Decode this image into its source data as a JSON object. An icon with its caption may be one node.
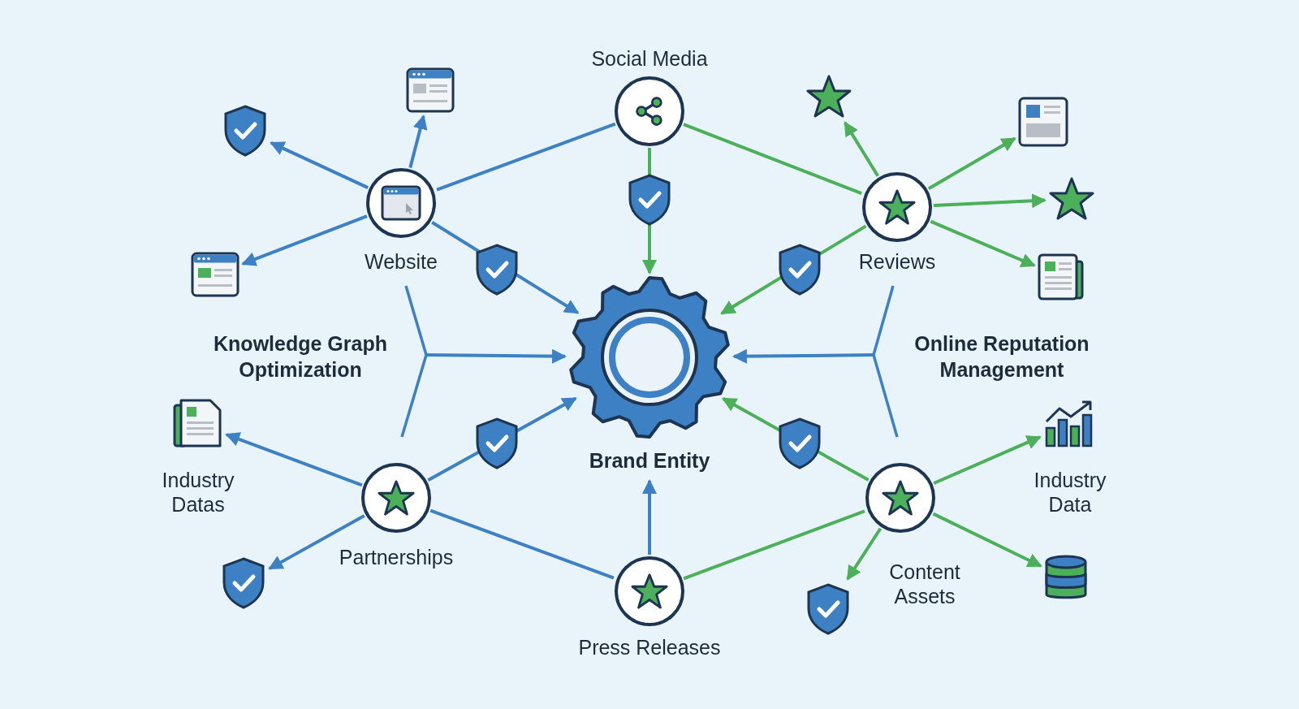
{
  "diagram": {
    "nodes": [
      {
        "text": [
          "Social Media"
        ]
      },
      {
        "text": [
          "Website"
        ]
      },
      {
        "text": [
          "Reviews"
        ]
      },
      {
        "text": [
          "Knowledge Graph Optimization"
        ]
      },
      {
        "text": [
          "Online Reputation Management"
        ]
      },
      {
        "text": [
          "Brand Entity"
        ]
      },
      {
        "text": [
          "Industry Datas"
        ]
      },
      {
        "text": [
          "Partnerships"
        ]
      },
      {
        "text": [
          "Industry Data"
        ]
      },
      {
        "text": [
          "Content Assets"
        ]
      },
      {
        "text": [
          "Press Releases"
        ]
      },
      {
        "text": [],
        "shape": "shield"
      },
      {
        "text": [],
        "shape": "browser-window"
      },
      {
        "text": [],
        "shape": "browser-window"
      },
      {
        "text": [],
        "shape": "star"
      },
      {
        "text": [],
        "shape": "document"
      },
      {
        "text": [],
        "shape": "star"
      },
      {
        "text": [],
        "shape": "document"
      },
      {
        "text": [],
        "shape": "shield"
      },
      {
        "text": [],
        "shape": "shield"
      },
      {
        "text": [],
        "shape": "cylinder"
      }
    ],
    "edges": [
      {
        "from": 1,
        "to": 11,
        "arrow": "to"
      },
      {
        "from": 1,
        "to": 12,
        "arrow": "to"
      },
      {
        "from": 1,
        "to": 13,
        "arrow": "to"
      },
      {
        "from": 0,
        "to": 1,
        "arrow": "none"
      },
      {
        "from": 0,
        "to": 2,
        "arrow": "none",
        "color": "#4caf5a"
      },
      {
        "from": 0,
        "to": 5,
        "arrow": "to",
        "color": "#4caf5a"
      },
      {
        "from": 1,
        "to": 5,
        "arrow": "to"
      },
      {
        "from": 2,
        "to": 14,
        "arrow": "to",
        "color": "#4caf5a"
      },
      {
        "from": 2,
        "to": 15,
        "arrow": "to",
        "color": "#4caf5a"
      },
      {
        "from": 2,
        "to": 16,
        "arrow": "to",
        "color": "#4caf5a"
      },
      {
        "from": 2,
        "to": 17,
        "arrow": "to",
        "color": "#4caf5a"
      },
      {
        "from": 2,
        "to": 5,
        "arrow": "to",
        "color": "#4caf5a"
      },
      {
        "from": 3,
        "to": 5,
        "arrow": "to"
      },
      {
        "from": 4,
        "to": 5,
        "arrow": "to"
      },
      {
        "from": 7,
        "to": 6,
        "arrow": "to"
      },
      {
        "from": 7,
        "to": 18,
        "arrow": "to"
      },
      {
        "from": 7,
        "to": 5,
        "arrow": "to"
      },
      {
        "from": 7,
        "to": 10,
        "arrow": "none"
      },
      {
        "from": 10,
        "to": 5,
        "arrow": "to"
      },
      {
        "from": 10,
        "to": 9,
        "arrow": "none",
        "color": "#4caf5a"
      },
      {
        "from": 9,
        "to": 5,
        "arrow": "to",
        "color": "#4caf5a"
      },
      {
        "from": 9,
        "to": 8,
        "arrow": "to",
        "color": "#4caf5a"
      },
      {
        "from": 9,
        "to": 19,
        "arrow": "to",
        "color": "#4caf5a"
      },
      {
        "from": 9,
        "to": 20,
        "arrow": "to",
        "color": "#4caf5a"
      }
    ]
  }
}
